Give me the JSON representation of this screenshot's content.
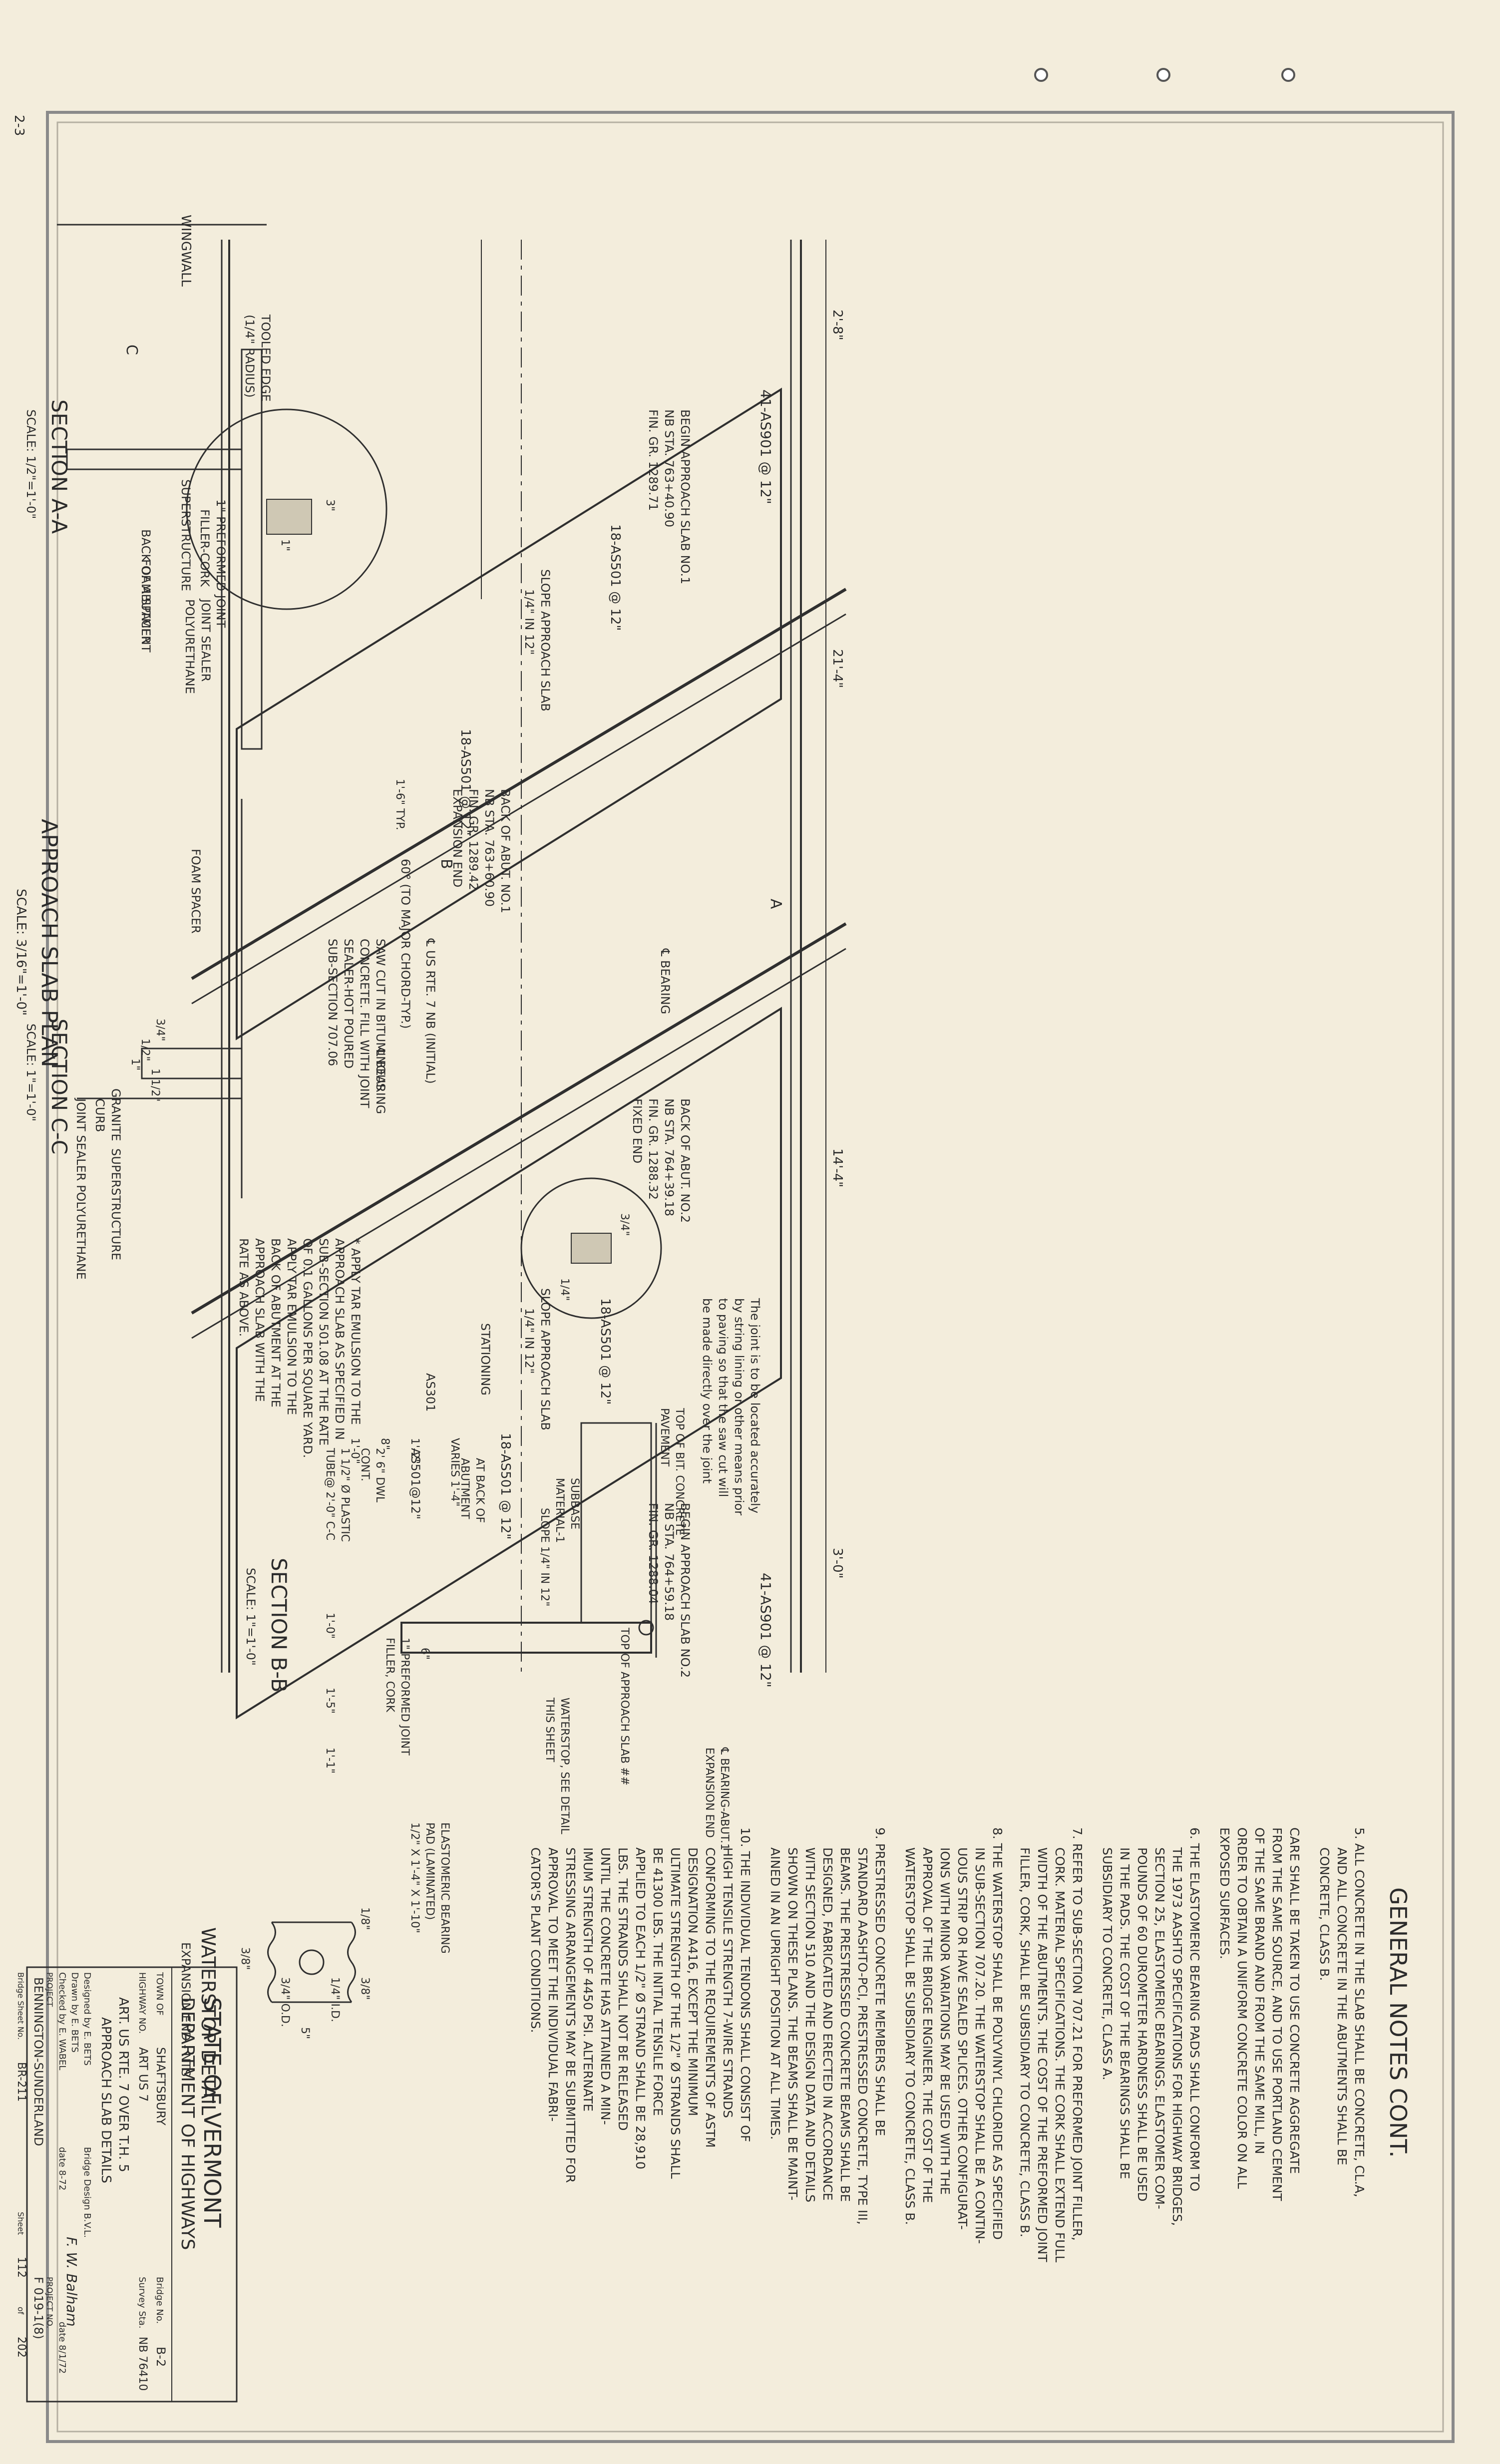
{
  "sheet_corner": {
    "text": "2-3"
  },
  "general_notes": {
    "title": "GENERAL NOTES CONT.",
    "note_5": [
      "5. ALL CONCRETE IN THE SLAB SHALL BE CONCRETE, CL.A,",
      "AND ALL CONCRETE IN THE ABUTMENTS SHALL BE",
      "CONCRETE, CLASS B."
    ],
    "note_care": [
      "CARE SHALL BE TAKEN TO USE CONCRETE AGGREGATE",
      "FROM THE SAME SOURCE, AND TO USE PORTLAND CEMENT",
      "OF THE SAME BRAND AND FROM THE SAME MILL, IN",
      "ORDER TO OBTAIN A UNIFORM CONCRETE COLOR ON ALL",
      "EXPOSED SURFACES."
    ],
    "note_6": [
      "6. THE ELASTOMERIC BEARING PADS SHALL CONFORM TO",
      "THE 1973 AASHTO SPECIFICATIONS FOR HIGHWAY BRIDGES,",
      "SECTION 25, ELASTOMERIC BEARINGS. ELASTOMER COM-",
      "POUNDS OF 60 DUROMETER HARDNESS SHALL BE USED",
      "IN THE PADS. THE COST OF THE BEARINGS SHALL BE",
      "SUBSIDIARY TO CONCRETE, CLASS A."
    ],
    "note_7": [
      "7. REFER TO SUB-SECTION 707.21 FOR PREFORMED JOINT FILLER,",
      "CORK. MATERIAL SPECIFICATIONS. THE CORK SHALL EXTEND FULL",
      "WIDTH OF THE ABUTMENTS. THE COST OF THE PREFORMED JOINT",
      "FILLER, CORK, SHALL BE SUBSIDIARY TO CONCRETE, CLASS B."
    ],
    "note_8": [
      "8. THE WATERSTOP SHALL BE POLYVINYL CHLORIDE AS SPECIFIED",
      "IN SUB-SECTION 707.20. THE WATERSTOP SHALL BE A CONTIN-",
      "UOUS STRIP OR HAVE SEALED SPLICES. OTHER CONFIGURAT-",
      "IONS WITH MINOR VARIATIONS MAY BE USED WITH THE",
      "APPROVAL OF THE BRIDGE ENGINEER. THE COST OF THE",
      "WATERSTOP SHALL BE SUBSIDIARY TO CONCRETE, CLASS B."
    ],
    "note_9": [
      "9. PRESTRESSED CONCRETE MEMBERS                SHALL BE",
      "STANDARD AASHTO-PCI, PRESTRESSED CONCRETE, TYPE III,",
      "BEAMS. THE PRESTRESSED CONCRETE BEAMS SHALL BE",
      "DESIGNED, FABRICATED AND ERECTED IN ACCORDANCE",
      "WITH SECTION 510 AND THE DESIGN DATA AND DETAILS",
      "SHOWN ON THESE PLANS. THE BEAMS SHALL BE MAINT-",
      "AINED IN AN UPRIGHT POSITION AT ALL TIMES."
    ],
    "note_10": [
      "10. THE INDIVIDUAL TENDONS SHALL CONSIST OF",
      "HIGH TENSILE STRENGTH 7-WIRE STRANDS",
      "CONFORMING TO THE REQUIREMENTS OF ASTM",
      "DESIGNATION A416, EXCEPT THE MINIMUM",
      "ULTIMATE STRENGTH OF THE 1/2\" Ø STRANDS SHALL",
      "BE 41300 LBS. THE INITIAL TENSILE FORCE",
      "APPLIED TO EACH 1/2\" Ø STRAND SHALL BE 28,910",
      "LBS. THE STRANDS SHALL NOT BE RELEASED",
      "UNTIL THE CONCRETE HAS ATTAINED A MIN-",
      "IMUM STRENGTH OF 4450 PSI. ALTERNATE",
      "STRESSING ARRANGEMENTS MAY BE SUBMITTED FOR",
      "APPROVAL TO MEET THE INDIVIDUAL FABRI-",
      "CATOR'S PLANT CONDITIONS."
    ]
  },
  "plan": {
    "title": "APPROACH SLAB PLAN",
    "scale": "SCALE: 3/16\"=1'-0\"",
    "dims": {
      "d1": "2'-8\"",
      "d2": "21'-4\"",
      "d3": "14'-4\"",
      "d4": "3'-0\""
    },
    "bars_top": "41-AS901 @ 12\"",
    "bars_bottom": "41-AS901 @ 12\"",
    "bars_a": "18-AS501 @ 12\"",
    "bars_b": "18-AS501 @ 12\"",
    "bars_c": "18-AS501 @ 12\"",
    "bars_d": "18-AS501 @ 12\"",
    "begin_slab1": [
      "BEGIN APPROACH SLAB NO.1",
      "NB STA. 763+40.90",
      "FIN. GR. 1289.71"
    ],
    "begin_slab2": [
      "BEGIN APPROACH SLAB NO.2",
      "NB STA. 764+59.18",
      "FIN. GR. 1288.04"
    ],
    "back_abut1": [
      "BACK OF ABUT. NO.1",
      "NB STA. 763+60.90",
      "FIN. GR. 1289.42",
      "EXPANSION END"
    ],
    "back_abut2": [
      "BACK OF ABUT. NO.2",
      "NB STA. 764+39.18",
      "FIN. GR. 1288.32",
      "FIXED END"
    ],
    "slope1": [
      "SLOPE APPROACH SLAB",
      "1/4\" IN 12\""
    ],
    "slope2": [
      "SLOPE APPROACH SLAB",
      "1/4\" IN 12\""
    ],
    "cl_route": "℄ US RTE. 7 NB (INITIAL)",
    "angle": "60° (TO MAJOR CHORD-TYP.)",
    "typ": "1'-6\" TYP.",
    "bearing1": "℄ BEARING",
    "bearing2": "℄ BEARING",
    "stationing": "STATIONING",
    "cut_a": "A",
    "cut_b": "B"
  },
  "section_aa": {
    "title": "SECTION A-A",
    "scale": "SCALE: 1/2\"=1'-0\"",
    "wingwall": "WINGWALL",
    "tooled": [
      "TOOLED EDGE",
      "(1/4\" RADIUS)"
    ],
    "superstructure": "SUPERSTRUCTURE",
    "back_abut": "BACK OF ABUTMENT",
    "filler": [
      "1\" PREFORMED JOINT",
      "FILLER-CORK"
    ],
    "joint_sealer": [
      "JOINT SEALER",
      "POLYURETHANE"
    ],
    "foam": "FOAM SPACER",
    "d3": "3\"",
    "d1": "1\"",
    "c_mark": "C"
  },
  "section_cc": {
    "title": "SECTION C-C",
    "scale": "SCALE: 1\"=1'-0\"",
    "foam": "FOAM SPACER",
    "granite": [
      "GRANITE",
      "CURB"
    ],
    "superstructure": "SUPERSTRUCTURE",
    "joint_sealer": "JOINT SEALER POLYURETHANE",
    "d1": "3/4\"",
    "d2": "1/2\"",
    "d3": "1 1/2\"",
    "d4": "1\""
  },
  "sawcut_note": [
    "SAW CUT IN BITUMINOUS",
    "CONCRETE. FILL WITH JOINT",
    "SEALER-HOT POURED",
    "SUB-SECTION 707.06"
  ],
  "joint_note": [
    "The joint is to be located accurately",
    "by string lining or other means prior",
    "to paving so that the saw cut will",
    "be made directly over the joint"
  ],
  "detail_dims": {
    "a": "3/4\"",
    "b": "1/4\""
  },
  "flat_note": [
    "* APPLY TAR EMULSION TO THE",
    "APPROACH SLAB AS SPECIFIED IN",
    "SUB-SECTION 501.08 AT THE RATE",
    "OF 0.1 GALLONS PER SQUARE YARD.",
    "APPLY TAR EMULSION TO THE",
    "BACK OF ABUTMENT AT THE",
    "APPROACH SLAB WITH THE",
    "RATE AS ABOVE."
  ],
  "section_bb": {
    "title": "SECTION B-B",
    "scale": "SCALE: 1\"=1'-0\"",
    "as301": "AS301",
    "as501": "AS501@12\"",
    "d1": "1'-0\"",
    "d2": "8\"",
    "d3": "1'-2\"",
    "varies": "VARIES 1'-4\"",
    "at_back": [
      "AT BACK OF",
      "ABUTMENT"
    ],
    "top_pave": [
      "TOP OF BIT. CONCRETE",
      "PAVEMENT"
    ],
    "subbase": [
      "SUBBASE",
      "MATERIAL-1"
    ],
    "slope": "SLOPE 1/4\" IN 12\"",
    "dowel": [
      "2' 6\" DWL",
      "CONT."
    ],
    "tube": [
      "1 1/2\" Ø PLASTIC",
      "TUBE@ 2'-0\" C-C"
    ],
    "filler": [
      "1\" PREFORMED JOINT",
      "FILLER, CORK"
    ],
    "top_slab": "TOP OF APPROACH SLAB ##",
    "waterstop": [
      "WATERSTOP, SEE DETAIL",
      "THIS SHEET"
    ],
    "bearing_abut": [
      "℄ BEARING-ABUT.1",
      "EXPANSION END"
    ],
    "elastomeric": [
      "ELASTOMERIC BEARING",
      "PAD (LAMINATED)",
      "1/2\" X 1'-4\" X 1'-10\""
    ],
    "d6": "6\"",
    "d10": "1'-0\"",
    "d15": "1'-5\"",
    "d11": "1'-1\""
  },
  "waterstop": {
    "title": "WATERSTOP DETAIL",
    "subtitle": "EXPANSION END - NTS",
    "d1": "1/8\"",
    "d2": "3/8\"",
    "d3": "3/8\"",
    "d4": "5\"",
    "d5": "1/4\" I.D.",
    "d6": "3/4\" O.D."
  },
  "title_block": {
    "state": "STATE OF VERMONT",
    "dept": "DEPARTMENT OF HIGHWAYS",
    "town_lbl": "TOWN OF",
    "town": "SHAFTSBURY",
    "bridge_no_lbl": "Bridge No.",
    "bridge_no": "B-2",
    "hwy_lbl": "HIGHWAY NO.",
    "hwy": "ART US 7",
    "survey_lbl": "Survey Sta.",
    "survey": "NB 76410",
    "over": "ART. US RTE. 7 OVER T.H. 5",
    "sheet_title": "APPROACH SLAB DETAILS",
    "designed": "Designed by  E. BETS",
    "drawn": "Drawn by  E. BETS",
    "checked": "Checked by  E. WABEL",
    "bridge_engr": "Bridge Design  B.V.L.",
    "date": "date  8-72",
    "engr": "F. W. Balham",
    "engr_date": "date  8/1/72",
    "project_lbl": "PROJECT",
    "project": "BENNINGTON-SUNDERLAND",
    "project_no_lbl": "PROJECT NO.",
    "project_no": "F 019-1(8)",
    "bridge_sheet_lbl": "Bridge Sheet No.",
    "bridge_sheet": "BR-211",
    "sheet_lbl": "Sheet",
    "sheet": "112",
    "of_lbl": "of",
    "of": "202"
  },
  "colors": {
    "paper": "#f3eddc",
    "ink": "#2f2f2f",
    "border": "#8a8a8a"
  }
}
